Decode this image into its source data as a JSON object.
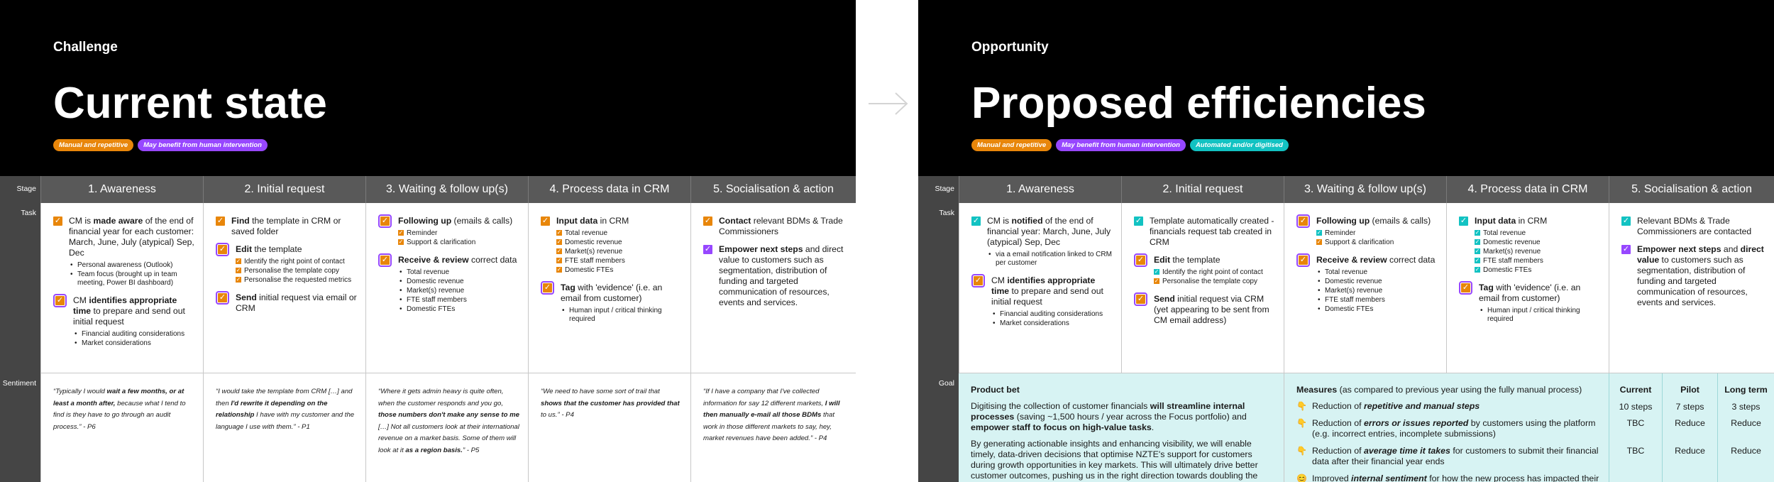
{
  "left": {
    "eyebrow": "Challenge",
    "title": "Current state",
    "tags": [
      "Manual and repetitive",
      "May benefit from human intervention"
    ],
    "row_labels": {
      "stage": "Stage",
      "task": "Task",
      "sentiment": "Sentiment"
    },
    "stages": [
      "1. Awareness",
      "2. Initial request",
      "3. Waiting & follow up(s)",
      "4. Process data in CRM",
      "5. Socialisation & action"
    ],
    "sentiments": [
      "“Typically I would wait a few months, or at least a month after, because what I tend to find is they have to go through an audit process.” - P6",
      "“I would take the template from CRM […] and then I'd rewrite it depending on the relationship I have with my customer and the language I use with them.” - P1",
      "“Where it gets admin heavy is quite often, when the customer responds and you go, those numbers don't make any sense to me […] Not all customers look at their international revenue on a market basis. Some of them will look at it as a region basis.” - P5",
      "“We need to have some sort of trail that shows that the customer has provided that to us.” - P4",
      "“If I have a company that I've collected information for say 12 different markets, I will then manually e-mail all those BDMs that work in those different markets to say, hey, market revenues have been added.” - P4"
    ]
  },
  "right": {
    "eyebrow": "Opportunity",
    "title": "Proposed efficiencies",
    "tags": [
      "Manual and repetitive",
      "May benefit from human intervention",
      "Automated and/or digitised"
    ],
    "row_labels": {
      "stage": "Stage",
      "task": "Task",
      "goal": "Goal"
    },
    "stages": [
      "1. Awareness",
      "2. Initial request",
      "3. Waiting & follow up(s)",
      "4. Process data in CRM",
      "5. Socialisation & action"
    ],
    "goal": {
      "product_bet_title": "Product bet",
      "p1_a": "Digitising the collection of customer financials ",
      "p1_b": "will streamline internal processes",
      "p1_c": " (saving ~1,500 hours / year across the Focus portfolio) and ",
      "p1_d": "empower staff to focus on high-value tasks",
      "p1_e": ".",
      "p2": "By generating actionable insights and enhancing visibility, we will enable timely, data-driven decisions that optimise NZTE's support for customers during growth opportunities in key markets. This will ultimately drive better customer outcomes, pushing us in the right direction towards doubling the value of exports.",
      "measures_title": "Measures",
      "measures_note": " (as compared to previous year using the fully manual process)",
      "measures": [
        {
          "icon": "point-right-icon",
          "glyph": "👇",
          "a": "Reduction of ",
          "b": "repetitive and manual steps",
          "c": ""
        },
        {
          "icon": "point-right-icon",
          "glyph": "👇",
          "a": "Reduction of ",
          "b": "errors or issues reported",
          "c": " by customers using the platform (e.g. incorrect entries, incomplete submissions)"
        },
        {
          "icon": "point-right-icon",
          "glyph": "👇",
          "a": "Reduction of ",
          "b": "average time it takes",
          "c": " for customers to submit their financial data after their financial year ends"
        },
        {
          "icon": "smile-icon",
          "glyph": "😊",
          "a": "Improved ",
          "b": "internal sentiment",
          "c": " for how the new process has impacted their workflow and interactions with their customers."
        }
      ],
      "cols": [
        {
          "title": "Current",
          "values": [
            "10 steps",
            "TBC",
            "",
            "TBC"
          ]
        },
        {
          "title": "Pilot",
          "values": [
            "7 steps",
            "Reduce",
            "",
            "Reduce"
          ]
        },
        {
          "title": "Long term",
          "values": [
            "3 steps",
            "Reduce",
            "",
            "Reduce"
          ]
        }
      ]
    }
  },
  "colors": {
    "orange": "#e8860a",
    "purple": "#9747ff",
    "teal": "#12c2c2",
    "goal_bg": "#d7f3f3"
  }
}
